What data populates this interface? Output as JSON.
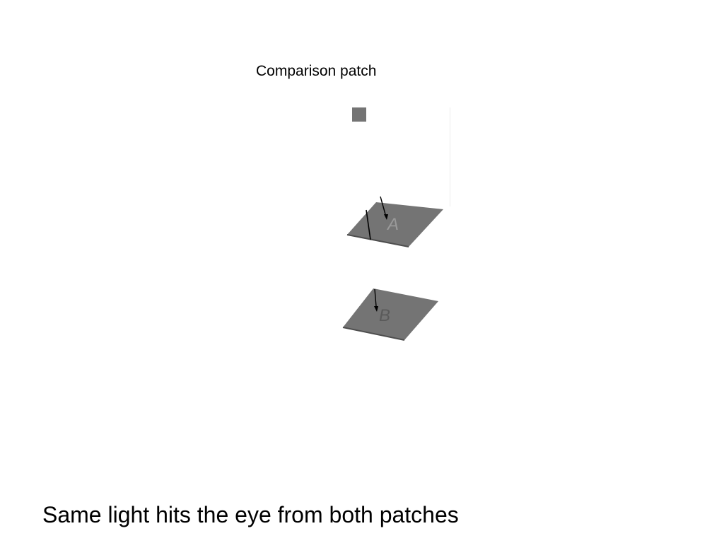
{
  "slide": {
    "comparison_label": "Comparison patch",
    "caption": "Same light hits the eye from both patches"
  },
  "patches": {
    "a_letter": "A",
    "b_letter": "B"
  },
  "colors": {
    "patch_gray": "#747474",
    "patch_edge": "#555555",
    "letter_a": "#9a9a9a",
    "letter_b": "#5a5a5a",
    "arrow": "#000000"
  }
}
